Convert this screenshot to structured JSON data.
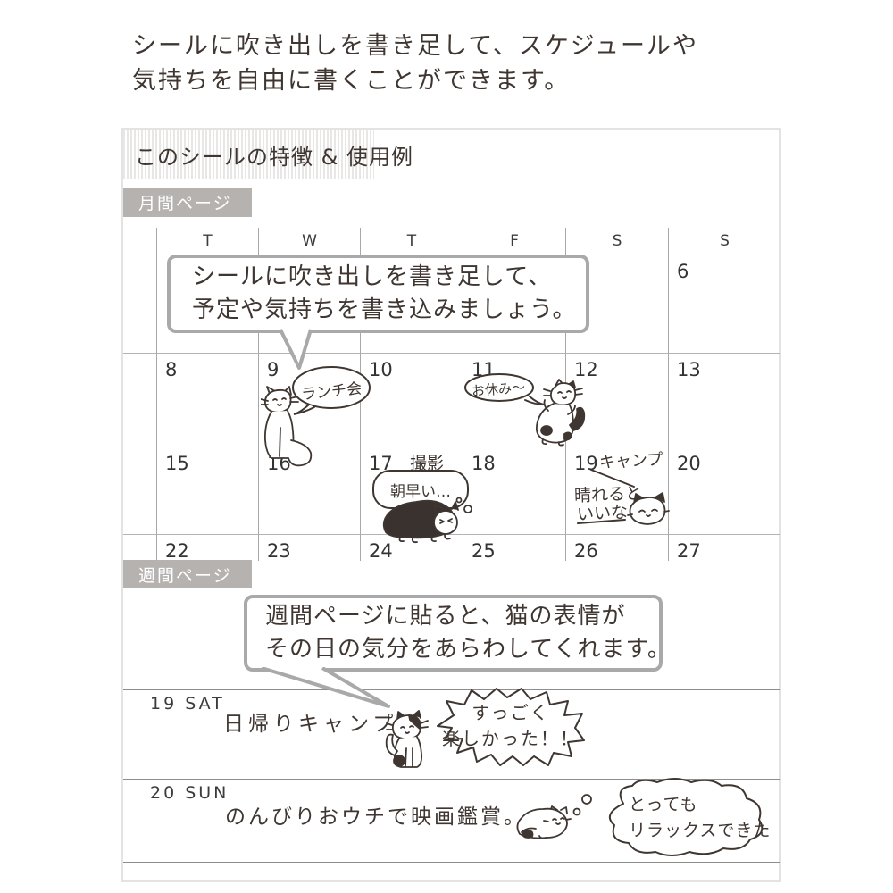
{
  "colors": {
    "ink": "#3f3631",
    "grid_line": "#a8a8a8",
    "label_bg": "#b5b2b0",
    "callout_border": "#a9a9a9",
    "container_border": "#e3e3e3",
    "stripe_gray": "#e9e7e6"
  },
  "intro": {
    "line1": "シールに吹き出しを書き足して、スケジュールや",
    "line2": "気持ちを自由に書くことができます。"
  },
  "section": {
    "title": "このシールの特徴 & 使用例"
  },
  "monthly": {
    "label": "月間ページ",
    "weekdays": [
      "T",
      "W",
      "T",
      "F",
      "S",
      "S"
    ],
    "callout": {
      "line1": "シールに吹き出しを書き足して、",
      "line2": "予定や気持ちを書き込みましょう。"
    },
    "dates": {
      "r1": [
        "",
        "",
        "",
        "",
        "",
        "",
        "6"
      ],
      "r2": [
        "",
        "8",
        "9",
        "10",
        "11",
        "12",
        "13"
      ],
      "r3": [
        "",
        "15",
        "16",
        "17",
        "18",
        "19",
        "20"
      ],
      "r4": [
        "",
        "22",
        "23",
        "24",
        "25",
        "26",
        "27"
      ]
    },
    "stickers": {
      "lunch": "ランチ会",
      "dayoff": "お休み〜",
      "shoot": "撮影",
      "early_morning": "朝早い…",
      "camp": "キャンプ",
      "sunny_line1": "晴れると",
      "sunny_line2": "いいな"
    }
  },
  "weekly": {
    "label": "週間ページ",
    "callout": {
      "line1": "週間ページに貼ると、猫の表情が",
      "line2": "その日の気分をあらわしてくれます。"
    },
    "rows": [
      {
        "date": "19 SAT",
        "entry": "日帰りキャンプ",
        "bubble_line1": "すっごく",
        "bubble_line2": "楽しかった！！"
      },
      {
        "date": "20 SUN",
        "entry": "のんびりおウチで映画鑑賞。",
        "bubble_line1": "とっても",
        "bubble_line2": "リラックスできた"
      }
    ]
  }
}
